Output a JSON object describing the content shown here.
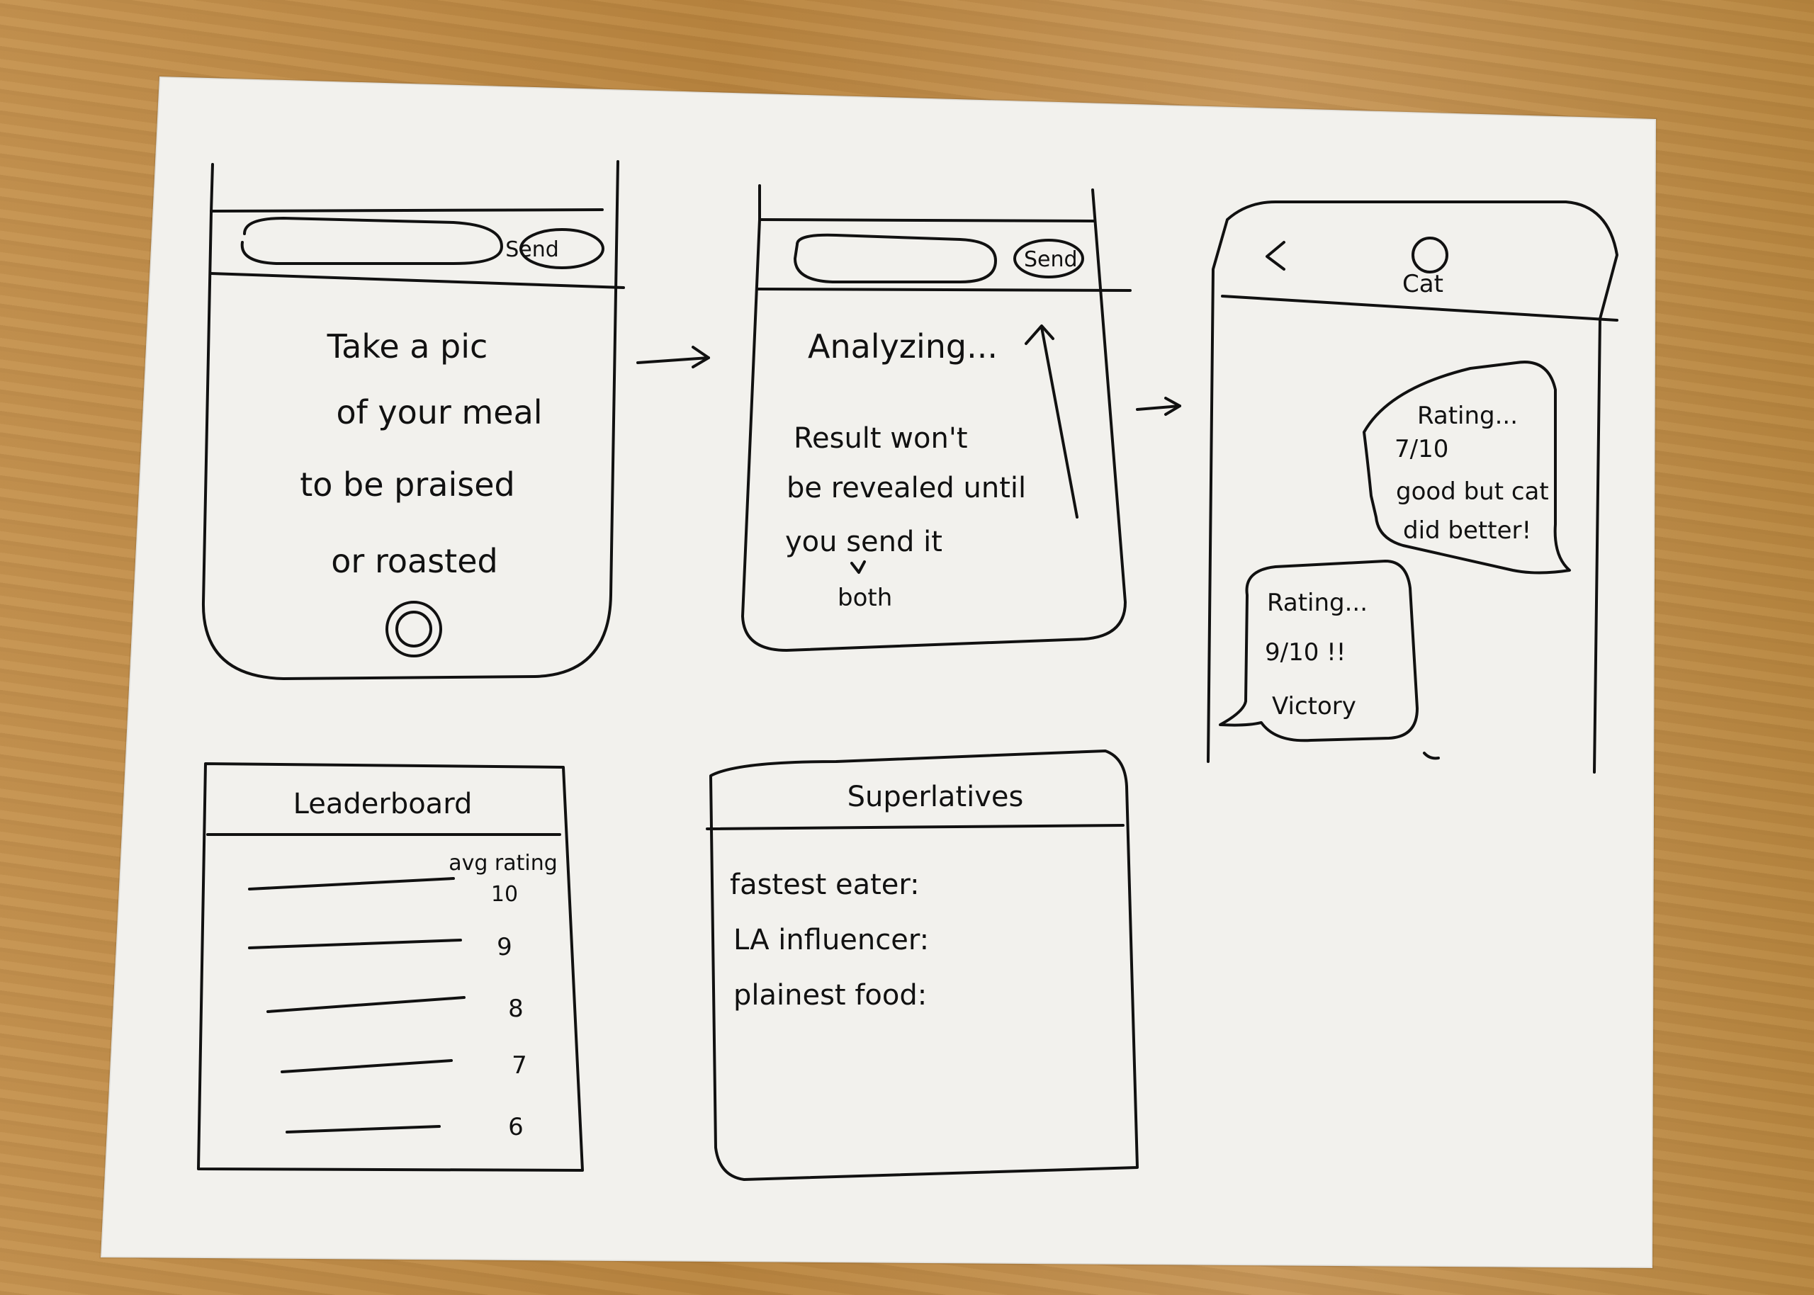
{
  "screen1": {
    "send_label": "Send",
    "lines": [
      "Take a pic",
      "of your meal",
      "to be praised",
      "or roasted"
    ]
  },
  "screen2": {
    "send_label": "Send",
    "status": "Analyzing...",
    "lines": [
      "Result won't",
      "be revealed until",
      "you send it"
    ],
    "inserted_word": "both"
  },
  "screen3": {
    "back_label": "<",
    "contact_name": "Cat",
    "bubble_incoming": [
      "Rating...",
      "7/10",
      "good but cat",
      "did better!"
    ],
    "bubble_outgoing": [
      "Rating...",
      "9/10 !!",
      "Victory"
    ]
  },
  "leaderboard": {
    "title": "Leaderboard",
    "column_header": "avg rating",
    "ratings": [
      "10",
      "9",
      "8",
      "7",
      "6"
    ]
  },
  "superlatives": {
    "title": "Superlatives",
    "items": [
      "fastest eater:",
      "LA influencer:",
      "plainest food:"
    ]
  },
  "colors": {
    "ink": "#111111",
    "paper": "#f3f2ee",
    "wood": "#b98a45"
  }
}
